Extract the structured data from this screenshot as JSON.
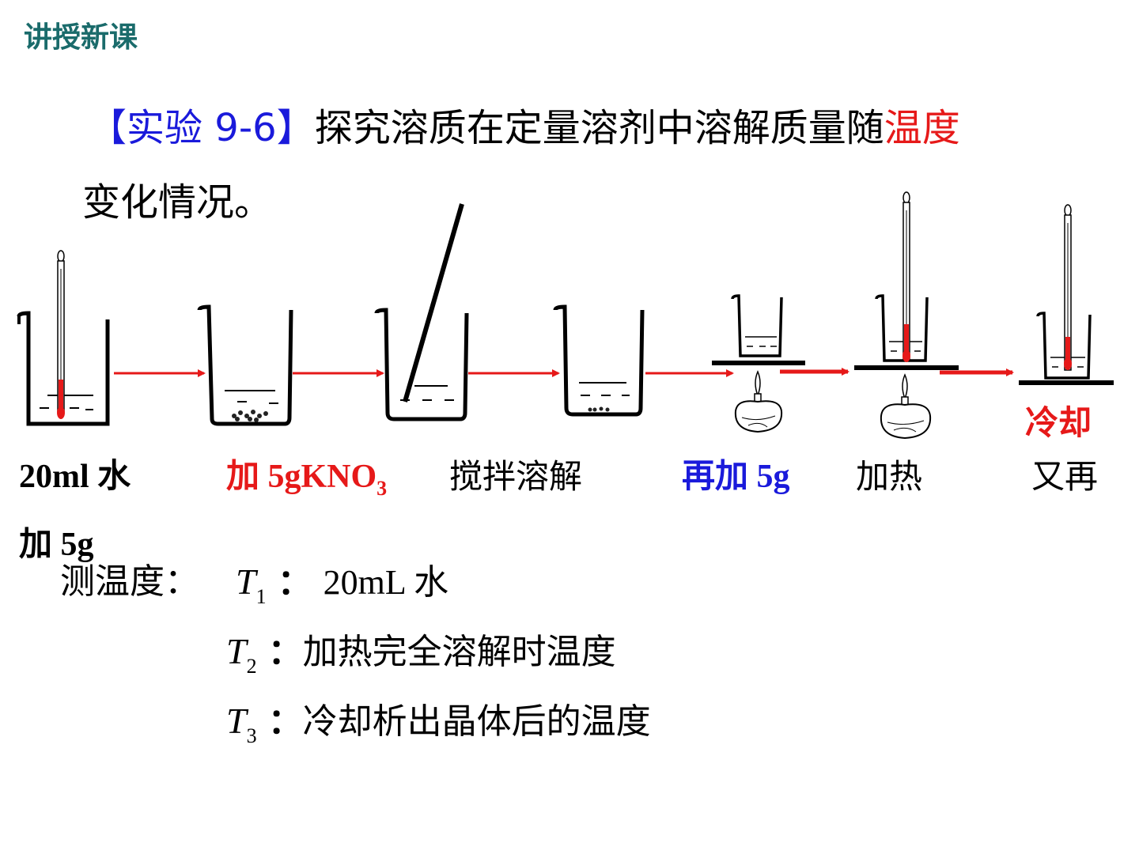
{
  "header": {
    "title": "讲授新课"
  },
  "title": {
    "bracket_open": "【",
    "experiment": "实验 9-6",
    "bracket_close": "】",
    "text": "探究溶质在定量溶剂中溶解质量随",
    "highlight": "温度",
    "line2": "变化情况。"
  },
  "steps": {
    "water": "20ml 水",
    "add_kno3_prefix": "加 5gKNO",
    "add_kno3_sub": "3",
    "stir": "搅拌溶解",
    "add_again": "再加 5g",
    "heat": "加热",
    "again": "又再",
    "again_line2": "加 5g",
    "cool": "冷却"
  },
  "measure": {
    "label": "测温度：",
    "rows": [
      {
        "var": "T",
        "sub": "1",
        "sep": "：",
        "text": "20mL 水"
      },
      {
        "var": "T",
        "sub": "2",
        "sep": "：",
        "text": "加热完全溶解时温度"
      },
      {
        "var": "T",
        "sub": "3",
        "sep": "：",
        "text": "冷却析出晶体后的温度"
      }
    ]
  },
  "colors": {
    "header": "#1a6b6b",
    "accent_blue": "#1a1adb",
    "accent_red": "#e61919"
  }
}
